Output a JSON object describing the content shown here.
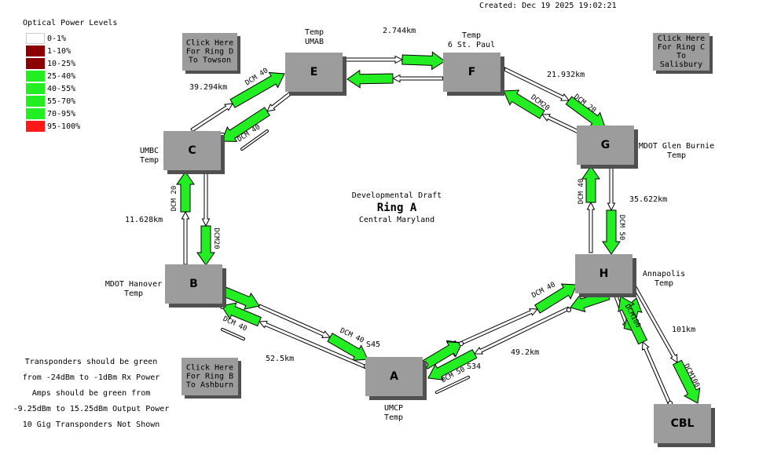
{
  "created": "Created: Dec 19 2025 19:02:21",
  "legend": {
    "title": "Optical Power Levels",
    "items": [
      {
        "label": "0-1%",
        "color": "#ffffff"
      },
      {
        "label": "1-10%",
        "color": "#8b0000"
      },
      {
        "label": "10-25%",
        "color": "#8b0000"
      },
      {
        "label": "25-40%",
        "color": "#22ee22"
      },
      {
        "label": "40-55%",
        "color": "#22ee22"
      },
      {
        "label": "55-70%",
        "color": "#22ee22"
      },
      {
        "label": "70-95%",
        "color": "#22ee22"
      },
      {
        "label": "95-100%",
        "color": "#ff1a1a"
      }
    ]
  },
  "title": {
    "line1": "Developmental Draft",
    "line2": "Ring A",
    "line3": "Central Maryland"
  },
  "buttons": {
    "ring_d": "Click Here\nFor Ring D\nTo Towson",
    "ring_c": "Click Here\nFor Ring C\nTo Salisbury",
    "ring_b": "Click Here\nFor Ring B\nTo Ashburn"
  },
  "nodes": {
    "A": {
      "name": "A",
      "caption": "UMCP\nTemp"
    },
    "B": {
      "name": "B",
      "caption": "MDOT Hanover\nTemp"
    },
    "C": {
      "name": "C",
      "caption": "UMBC\nTemp"
    },
    "E": {
      "name": "E",
      "caption": "Temp\nUMAB"
    },
    "F": {
      "name": "F",
      "caption": "Temp\n6 St. Paul"
    },
    "G": {
      "name": "G",
      "caption": "MDOT Glen Burnie\nTemp"
    },
    "H": {
      "name": "H",
      "caption": "Annapolis\nTemp"
    },
    "CBL": {
      "name": "CBL",
      "caption": ""
    }
  },
  "distances": {
    "EF": "2.744km",
    "CE": "39.294km",
    "FG": "21.932km",
    "GH": "35.622km",
    "BC": "11.628km",
    "AB": "52.5km",
    "AH": "49.2km",
    "HCBL": "101km"
  },
  "dcm": {
    "ce_top": "DCM 40",
    "ce_bot": "DCM 40",
    "fg_left": "DCM20",
    "fg_right": "DCM 20",
    "gh_left": "DCM 40",
    "gh_right": "DCM 50",
    "bc_left": "DCM 20",
    "bc_right": "DCM20",
    "ab_top": "DCM 40",
    "ab_bot": "DCM 40",
    "ah_top": "DCM 40",
    "ah_bot": "DCM 50",
    "hc_left": "DCM100",
    "hc_right": "DCM100"
  },
  "port_labels": {
    "s45": "S45",
    "s34": "S34"
  },
  "notes": [
    "Transponders should be green",
    "from -24dBm to -1dBm Rx Power",
    "Amps should be green from",
    "-9.25dBm to 15.25dBm Output Power",
    "10 Gig Transponders Not Shown"
  ]
}
